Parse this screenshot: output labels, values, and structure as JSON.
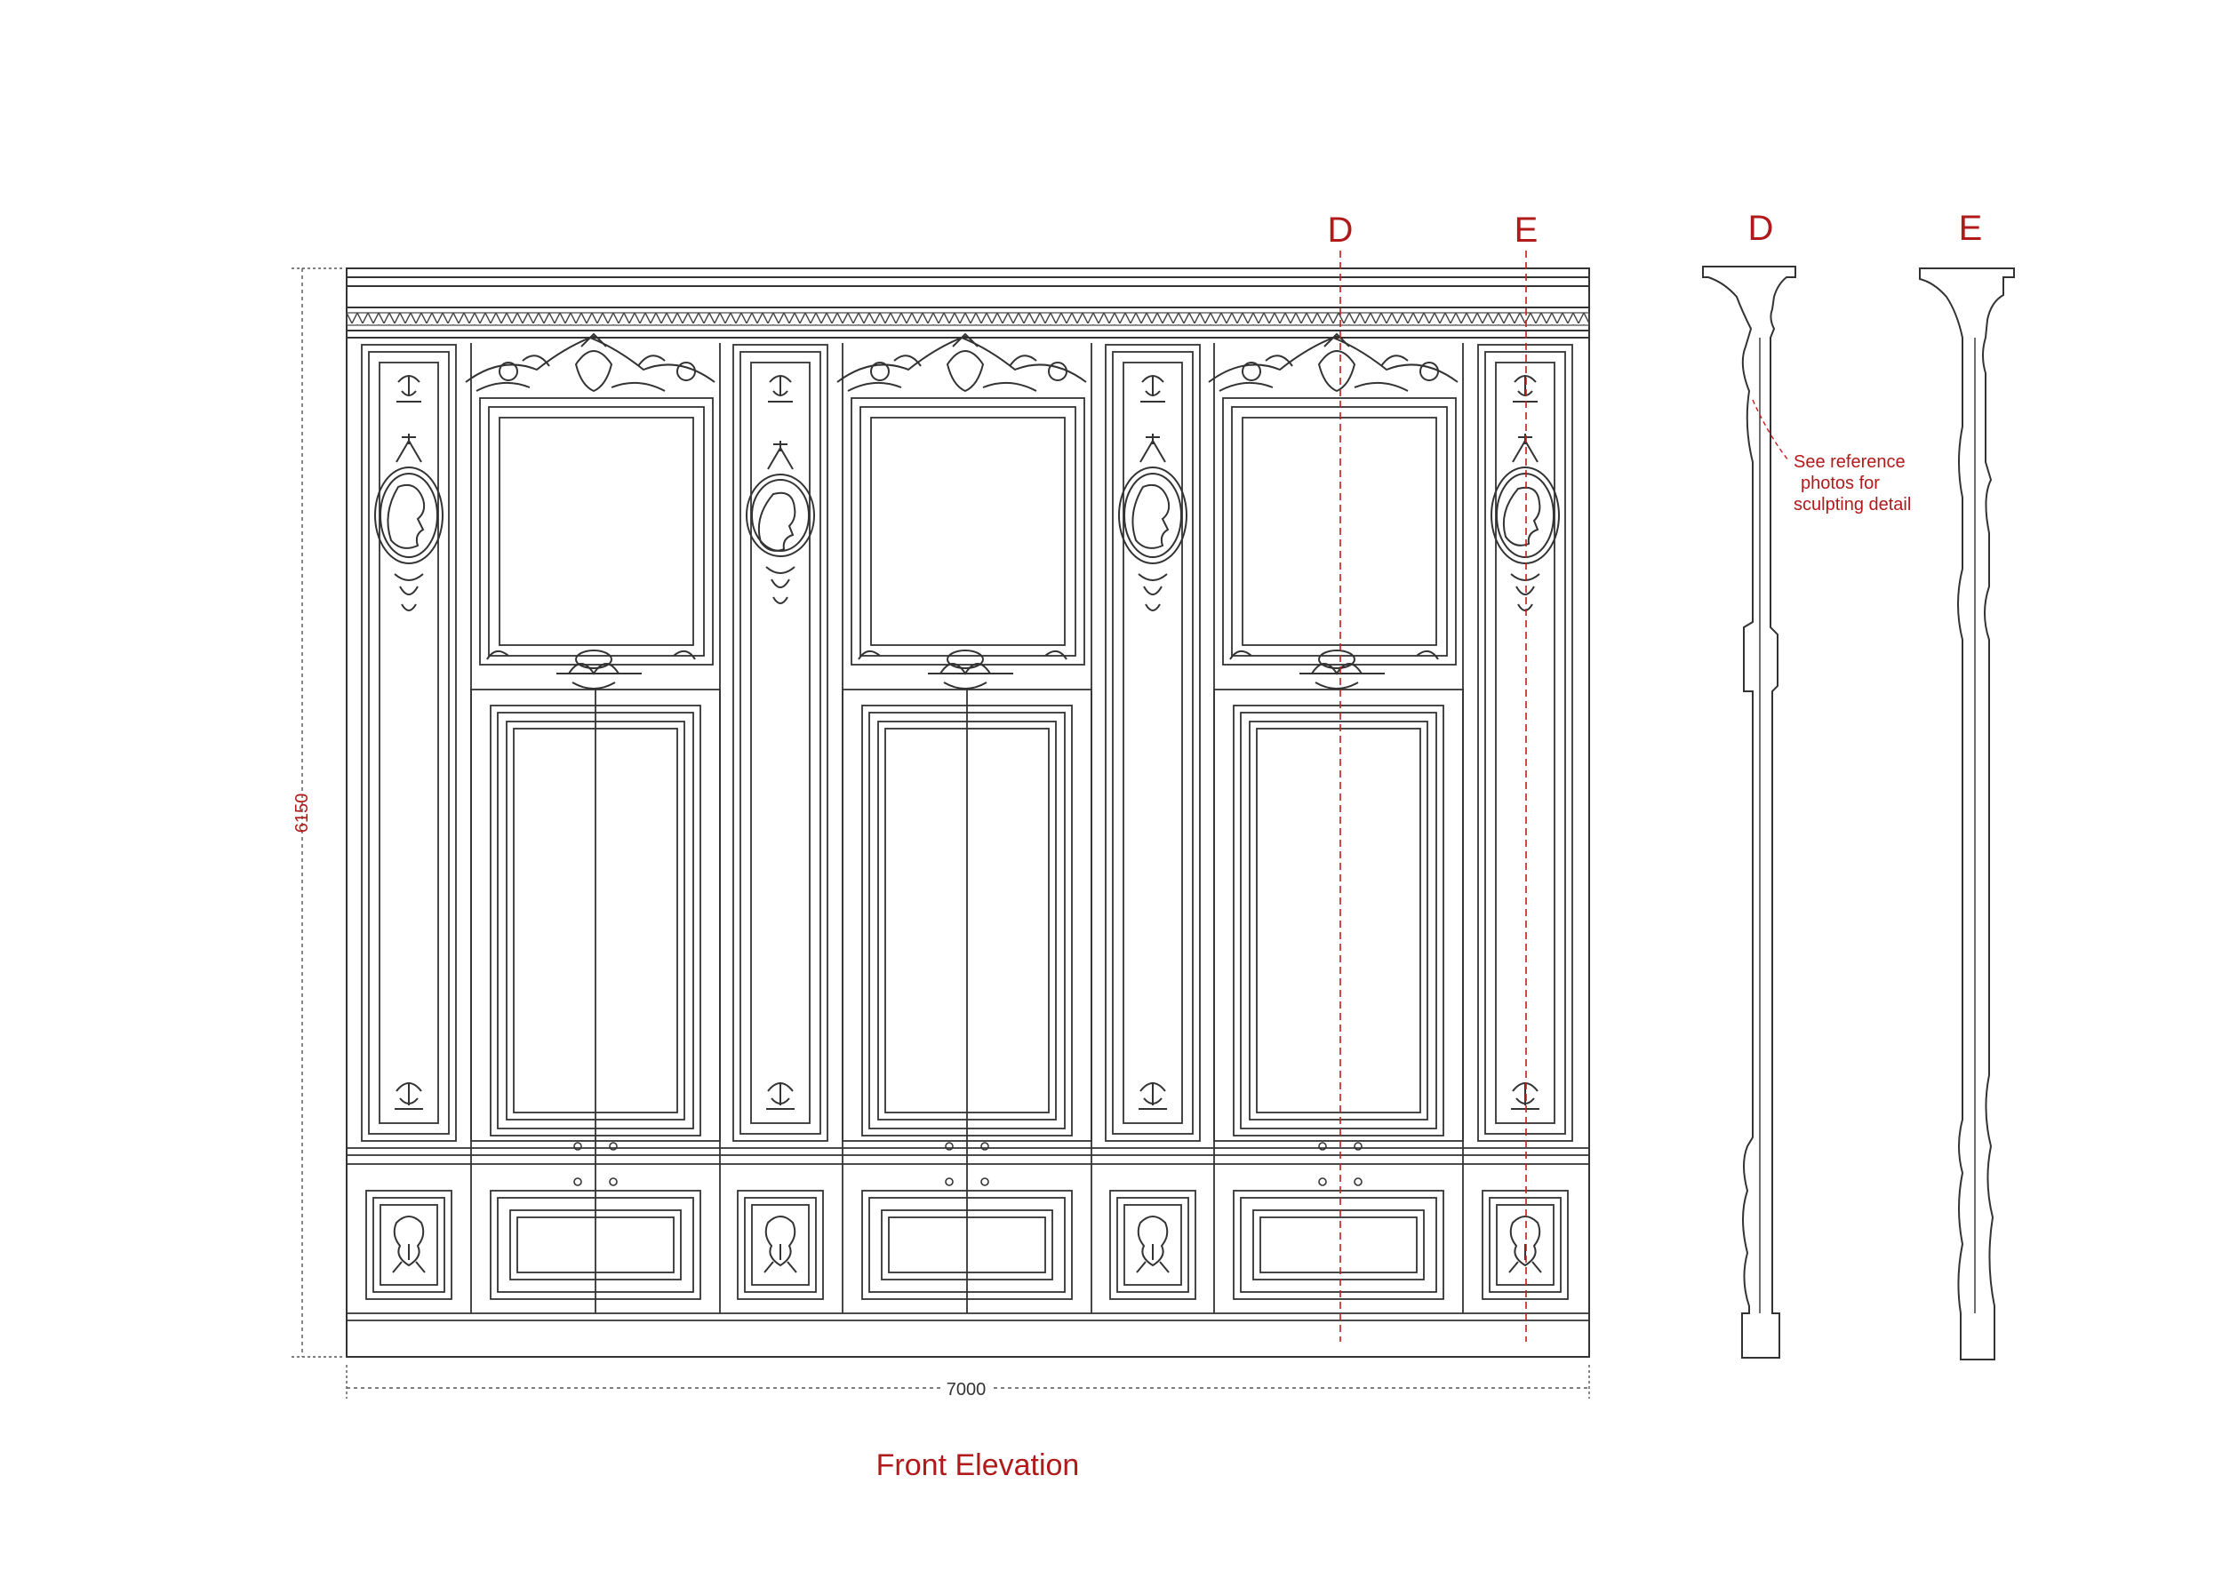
{
  "drawing_title": "Front Elevation",
  "dimensions": {
    "width_label": "7000",
    "height_label": "6150"
  },
  "section_markers": {
    "d": "D",
    "e": "E"
  },
  "note": {
    "line1": "See reference",
    "line2": "photos for",
    "line3": "sculpting detail"
  },
  "colors": {
    "line": "#333333",
    "annotation": "#b01a1a",
    "background": "#ffffff"
  }
}
